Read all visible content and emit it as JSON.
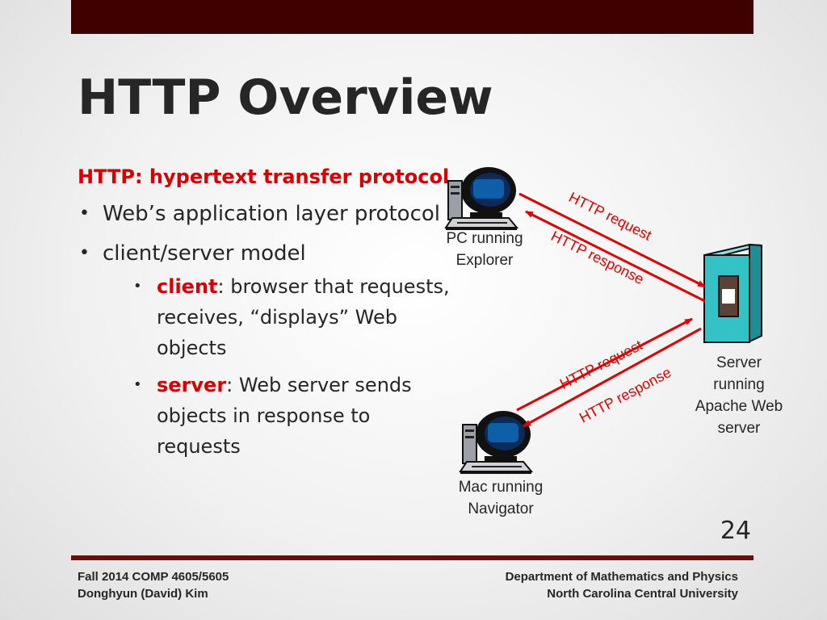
{
  "slide": {
    "title": "HTTP Overview",
    "lead": "HTTP: hypertext transfer protocol",
    "bullets": [
      {
        "text": "Web’s application layer protocol"
      },
      {
        "text": "client/server model"
      }
    ],
    "sub_bullets": [
      {
        "term": "client",
        "text": ": browser that requests, receives, “displays” Web objects"
      },
      {
        "term": "server",
        "text": ": Web server sends objects in response to requests"
      }
    ],
    "page_number": "24"
  },
  "diagram": {
    "pc_label": "PC running\nExplorer",
    "mac_label": "Mac running\nNavigator",
    "server_label": "Server\nrunning\nApache Web\nserver",
    "upper_request": "HTTP request",
    "upper_response": "HTTP response",
    "lower_request": "HTTP request",
    "lower_response": "HTTP response",
    "icons": [
      "computer-icon",
      "server-tower-icon"
    ],
    "colors": {
      "arrow": "#e00000",
      "server": "#33c2c6",
      "monitor_screen": "#0c2b5a"
    }
  },
  "footer": {
    "course": "Fall 2014 COMP 4605/5605",
    "instructor": "Donghyun (David) Kim",
    "department": "Department of Mathematics and Physics",
    "university": "North Carolina Central University"
  }
}
